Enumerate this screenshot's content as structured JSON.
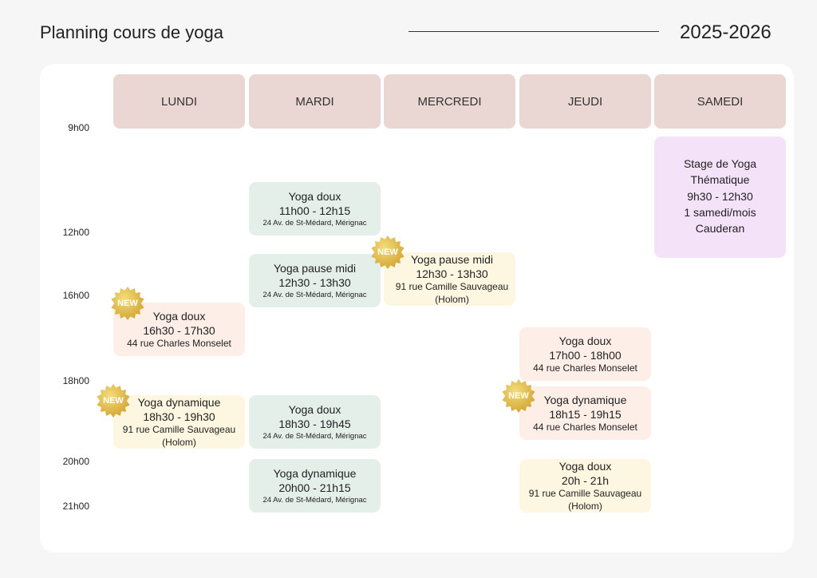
{
  "header": {
    "title": "Planning cours de yoga",
    "year": "2025-2026"
  },
  "days": [
    "LUNDI",
    "MARDI",
    "MERCREDI",
    "JEUDI",
    "SAMEDI"
  ],
  "times": [
    "9h00",
    "12h00",
    "16h00",
    "18h00",
    "20h00",
    "21h00"
  ],
  "badge": "NEW",
  "events": [
    {
      "name": "Yoga doux",
      "time": "11h00 - 12h15",
      "place": "24 Av. de St-Médard, Mérignac"
    },
    {
      "name": "Yoga pause midi",
      "time": "12h30 - 13h30",
      "place": "24 Av. de St-Médard, Mérignac"
    },
    {
      "name": "Yoga pause midi",
      "time": "12h30 - 13h30",
      "place": "91 rue Camille Sauvageau",
      "extra": "(Holom)"
    },
    {
      "name": "Yoga doux",
      "time": "16h30 - 17h30",
      "place": "44 rue Charles Monselet"
    },
    {
      "name": "Yoga dynamique",
      "time": "18h30 - 19h30",
      "place": "91 rue Camille Sauvageau",
      "extra": "(Holom)"
    },
    {
      "name": "Yoga doux",
      "time": "18h30 - 19h45",
      "place": "24 Av. de St-Médard, Mérignac"
    },
    {
      "name": "Yoga dynamique",
      "time": "20h00 - 21h15",
      "place": "24 Av. de St-Médard, Mérignac"
    },
    {
      "name": "Yoga doux",
      "time": "17h00 - 18h00",
      "place": "44 rue Charles Monselet"
    },
    {
      "name": "Yoga dynamique",
      "time": "18h15 - 19h15",
      "place": "44 rue Charles Monselet"
    },
    {
      "name": "Yoga doux",
      "time": "20h - 21h",
      "place": "91 rue Camille Sauvageau",
      "extra": "(Holom)"
    },
    {
      "name": "Stage de Yoga",
      "name2": "Thématique",
      "time": "9h30 - 12h30",
      "place": "1 samedi/mois",
      "extra": "Cauderan"
    }
  ]
}
